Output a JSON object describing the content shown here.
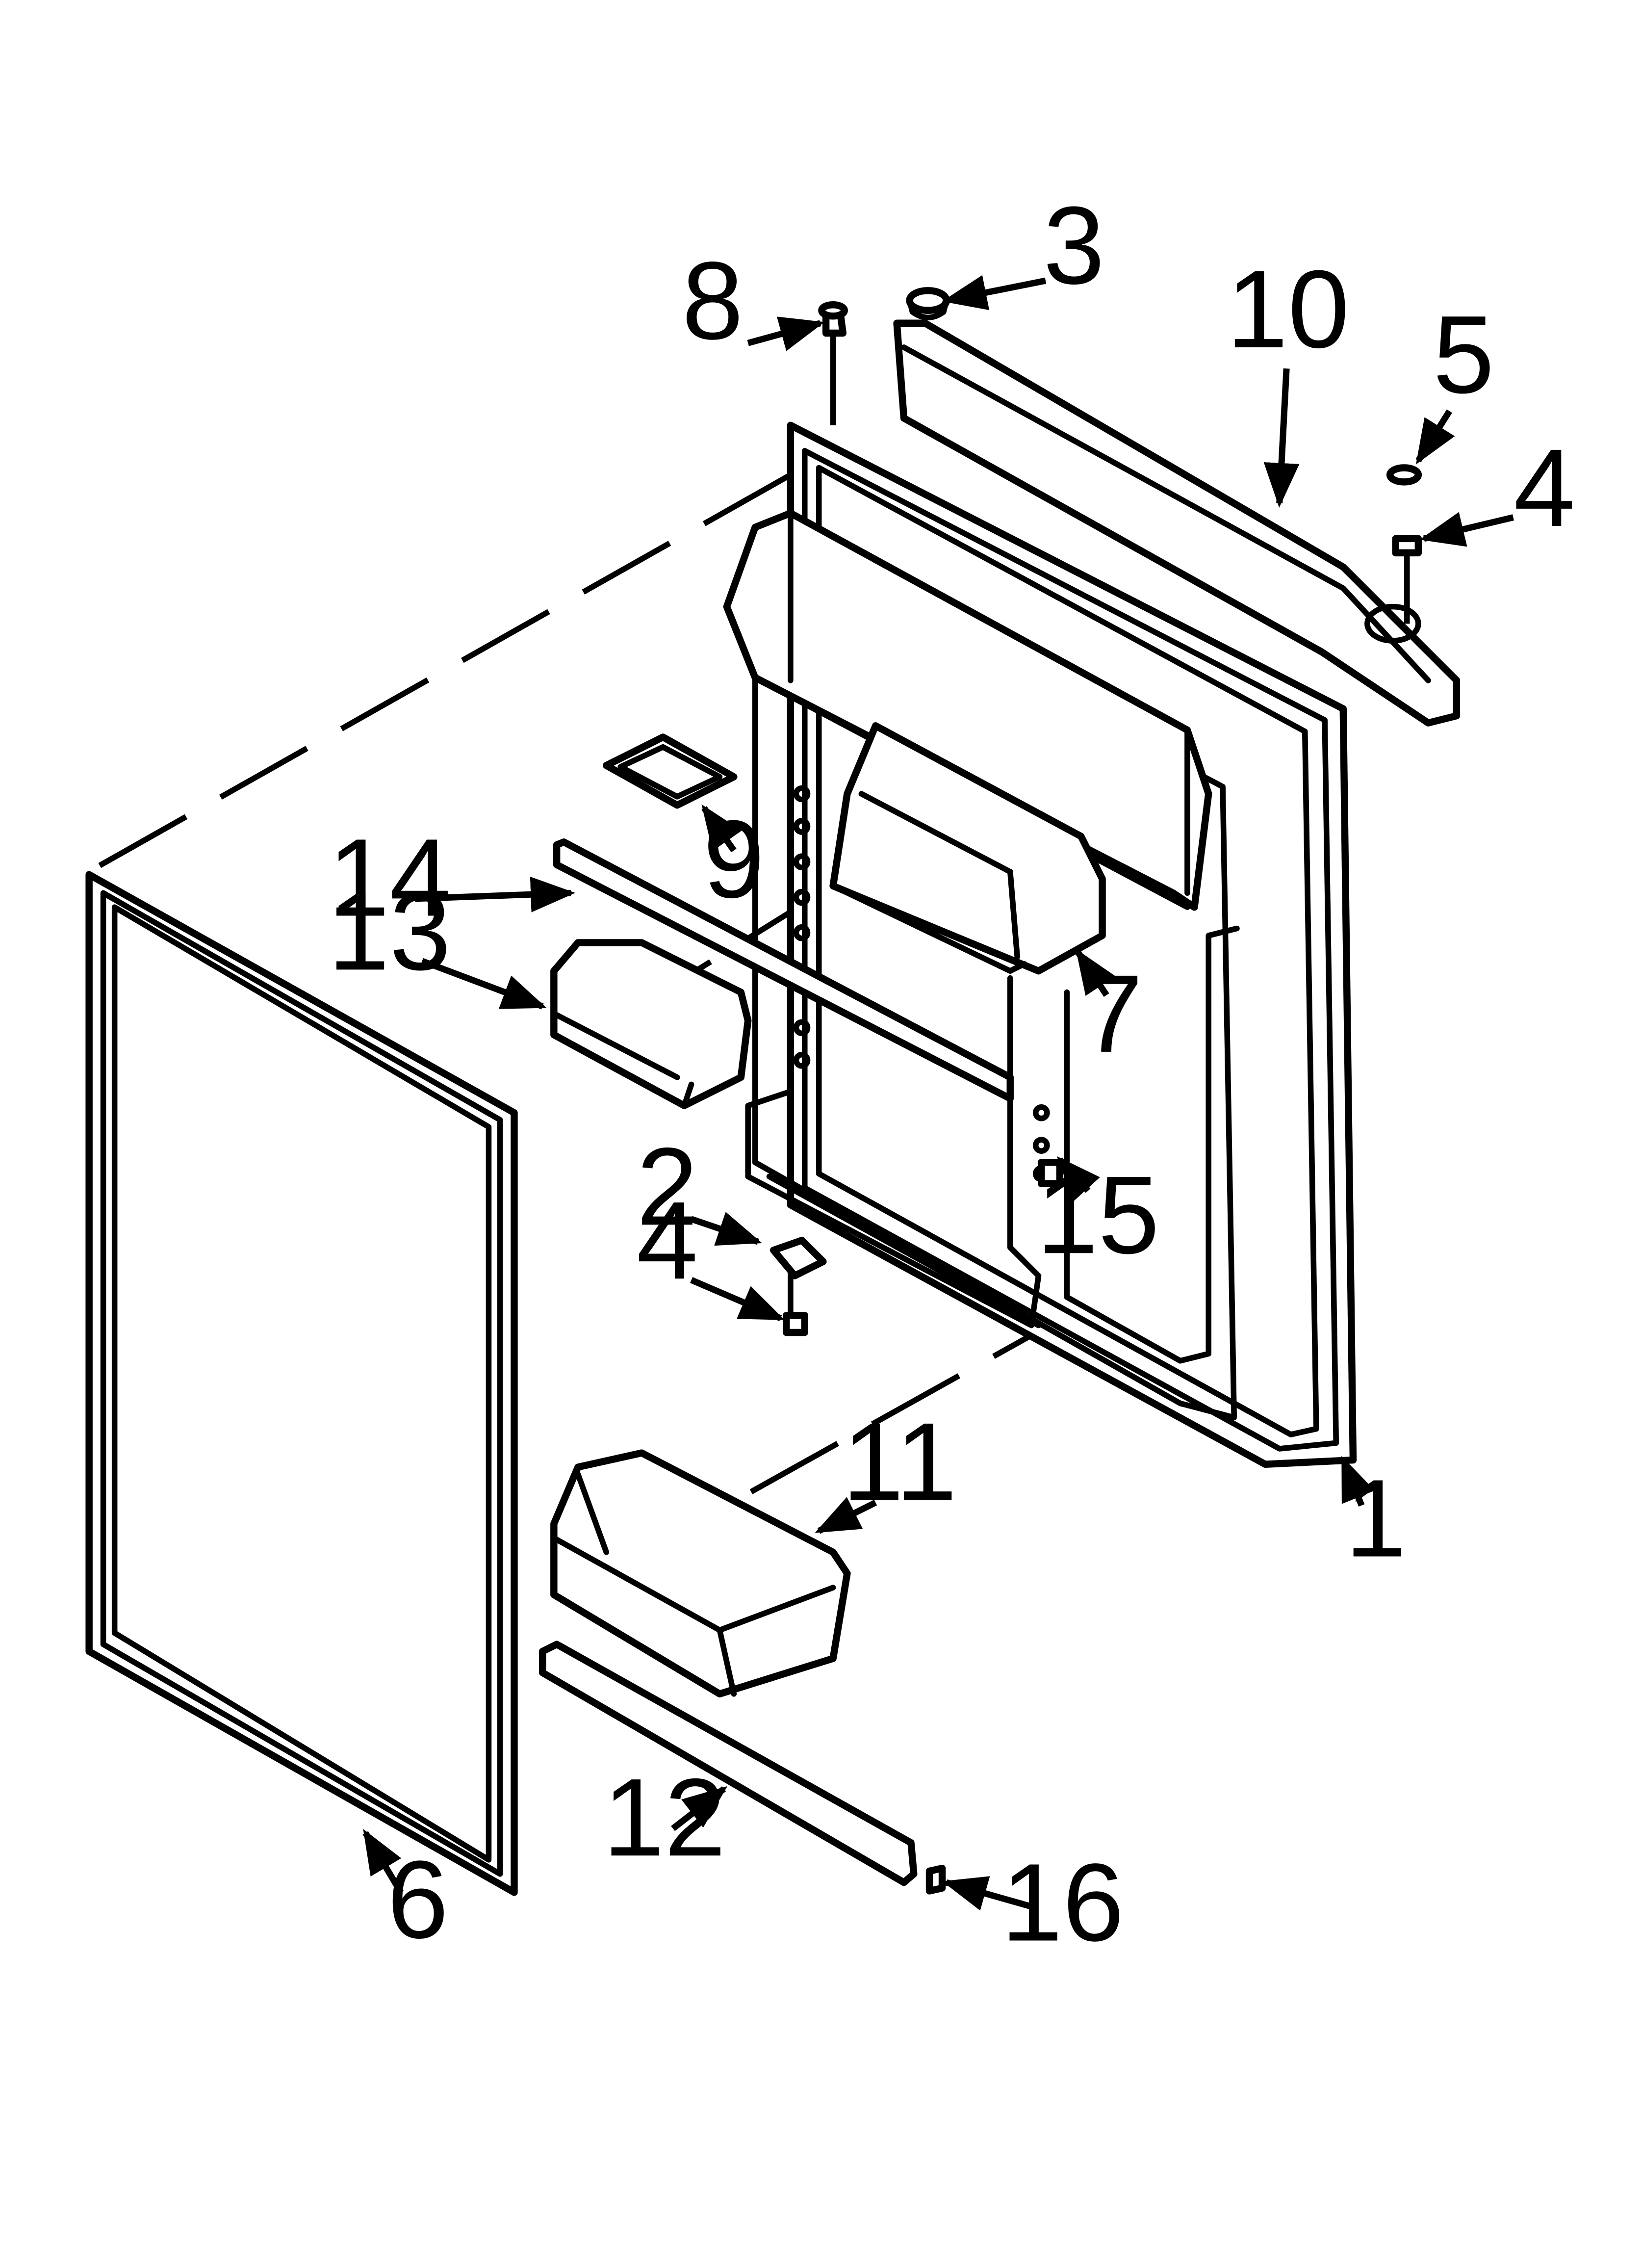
{
  "callouts": [
    {
      "id": "c1",
      "text": "1"
    },
    {
      "id": "c2",
      "text": "2"
    },
    {
      "id": "c3",
      "text": "3"
    },
    {
      "id": "c4a",
      "text": "4"
    },
    {
      "id": "c4b",
      "text": "4"
    },
    {
      "id": "c5",
      "text": "5"
    },
    {
      "id": "c6",
      "text": "6"
    },
    {
      "id": "c7",
      "text": "7"
    },
    {
      "id": "c8",
      "text": "8"
    },
    {
      "id": "c9",
      "text": "9"
    },
    {
      "id": "c10",
      "text": "10"
    },
    {
      "id": "c11",
      "text": "11"
    },
    {
      "id": "c12",
      "text": "12"
    },
    {
      "id": "c13",
      "text": "13"
    },
    {
      "id": "c14",
      "text": "14"
    },
    {
      "id": "c15",
      "text": "15"
    },
    {
      "id": "c16",
      "text": "16"
    }
  ]
}
